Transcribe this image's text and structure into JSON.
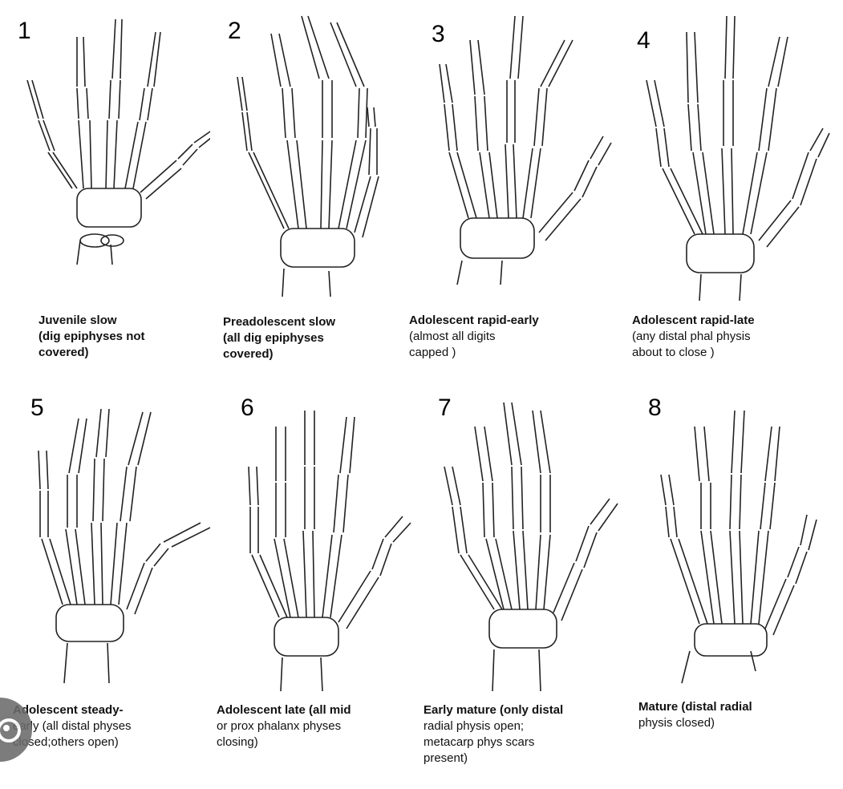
{
  "panels": [
    {
      "number": "1",
      "title": "Juvenile slow",
      "desc": "(dig epiphyses not covered)",
      "line1": "Juvenile slow",
      "line2": "(dig epiphyses not",
      "line3": "covered)",
      "line4": ""
    },
    {
      "number": "2",
      "title": "Preadolescent slow",
      "line1": "Preadolescent slow",
      "line2": "(all dig epiphyses",
      "line3": "covered)",
      "line4": ""
    },
    {
      "number": "3",
      "title": "Adolescent rapid-early",
      "line1": "Adolescent rapid-early",
      "line2": "(almost all digits",
      "line3": "capped )",
      "line4": ""
    },
    {
      "number": "4",
      "title": "Adolescent rapid-late",
      "line1": "Adolescent rapid-late",
      "line2": "(any distal phal physis",
      "line3": "about to close )",
      "line4": ""
    },
    {
      "number": "5",
      "title": "Adolescent steady-early",
      "line1": "Adolescent steady-",
      "line2": "early (all distal physes",
      "line3": "closed;others open)",
      "line4": ""
    },
    {
      "number": "6",
      "title": "Adolescent late",
      "line1": "Adolescent late (all mid",
      "line2": "or prox phalanx physes",
      "line3": "closing)",
      "line4": ""
    },
    {
      "number": "7",
      "title": "Early mature",
      "line1": "Early mature (only distal",
      "line2": "radial physis open;",
      "line3": "metacarp phys scars",
      "line4": "present)"
    },
    {
      "number": "8",
      "title": "Mature",
      "line1": "Mature (distal radial",
      "line2": "physis closed)",
      "line3": "",
      "line4": ""
    }
  ]
}
